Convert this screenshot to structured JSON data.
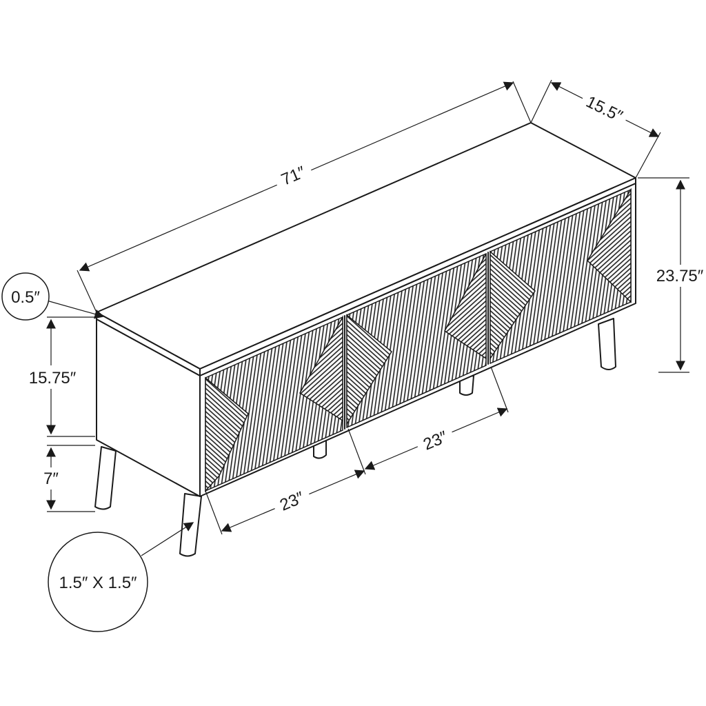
{
  "dimensions": {
    "width": "71″",
    "depth": "15.5″",
    "height": "23.75″",
    "top_thickness": "0.5″",
    "cabinet_height": "15.75″",
    "leg_height": "7″",
    "door_width_left": "23″",
    "door_width_center": "23″",
    "leg_section": "1.5″ X 1.5″"
  },
  "colors": {
    "ink": "#1a1a1a",
    "paper": "#ffffff"
  }
}
